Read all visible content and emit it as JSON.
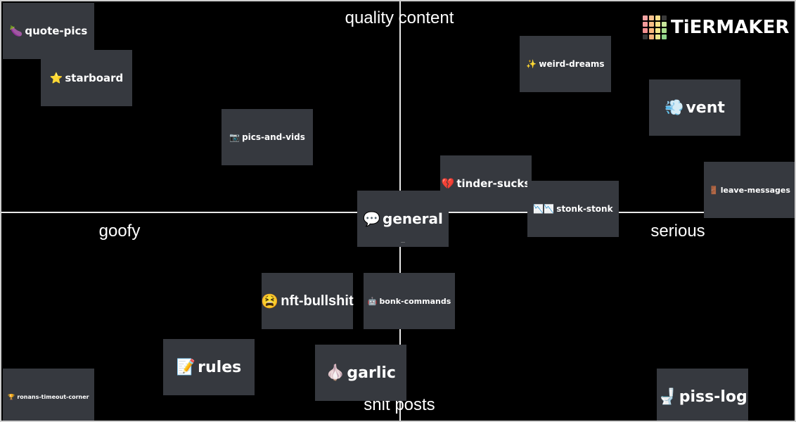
{
  "axes": {
    "top": "quality content",
    "bottom": "shit posts",
    "left": "goofy",
    "right": "serious"
  },
  "logo": {
    "text": "TiERMAKER",
    "colors": [
      "#f4a3a3",
      "#f7c18f",
      "#f7dd8a",
      "#3a3a3a",
      "#f39a9a",
      "#f6bd85",
      "#f7e188",
      "#c8e69a",
      "#f29090",
      "#f6b67e",
      "#f2e58a",
      "#a8dd8c",
      "#3a3a3a",
      "#f2b27c",
      "#e8e58a",
      "#8fd48a"
    ]
  },
  "tiles": [
    {
      "id": "quote-pics",
      "label": "quote-pics",
      "icon": "🍆",
      "icon_name": "eggplant-icon"
    },
    {
      "id": "starboard",
      "label": "starboard",
      "icon": "⭐",
      "icon_name": "star-icon"
    },
    {
      "id": "pics-and-vids",
      "label": "pics-and-vids",
      "icon": "📷",
      "icon_name": "camera-icon"
    },
    {
      "id": "weird-dreams",
      "label": "weird-dreams",
      "icon": "✨",
      "icon_name": "sparkles-icon"
    },
    {
      "id": "vent",
      "label": "vent",
      "icon": "💨",
      "icon_name": "dash-icon"
    },
    {
      "id": "tinder-sucks",
      "label": "tinder-sucks",
      "icon": "💔",
      "icon_name": "broken-heart-icon"
    },
    {
      "id": "leave-messages",
      "label": "leave-messages",
      "icon": "🚪",
      "icon_name": "door-icon"
    },
    {
      "id": "general",
      "label": "general",
      "icon": "💬",
      "icon_name": "speech-bubble-icon",
      "sub": "..."
    },
    {
      "id": "stonk-stonk",
      "label": "stonk-stonk",
      "icon": "📉📉",
      "icon_name": "chart-down-icon"
    },
    {
      "id": "nft-bullshit",
      "label": "nft-bullshit",
      "icon": "😫",
      "icon_name": "tired-face-icon"
    },
    {
      "id": "bonk-commands",
      "label": "bonk-commands",
      "icon": "🤖",
      "icon_name": "robot-icon"
    },
    {
      "id": "rules",
      "label": "rules",
      "icon": "📝",
      "icon_name": "memo-icon"
    },
    {
      "id": "garlic",
      "label": "garlic",
      "icon": "🧄",
      "icon_name": "garlic-icon"
    },
    {
      "id": "ronans-timeout-corner",
      "label": "ronans-timeout-corner",
      "icon": "🏆",
      "icon_name": "trophy-icon"
    },
    {
      "id": "piss-log",
      "label": "piss-log",
      "icon": "🚽",
      "icon_name": "toilet-icon"
    }
  ]
}
